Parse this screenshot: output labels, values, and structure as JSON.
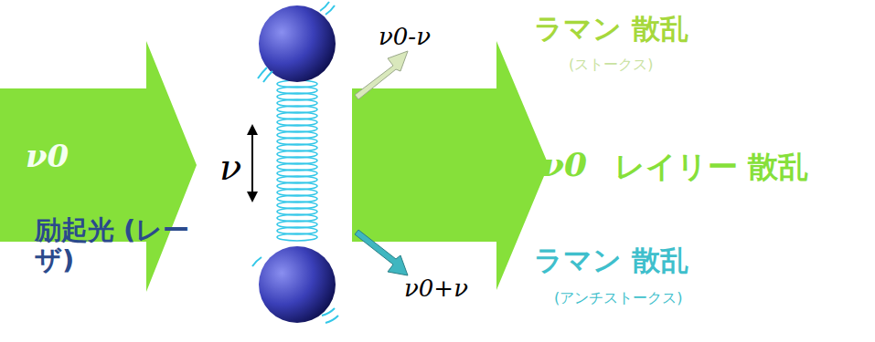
{
  "diagram": {
    "nodes": [
      {
        "text": [
          "ν0"
        ]
      }
    ],
    "labels": [
      "励起光 (レーザ)",
      "ν",
      "ν0-ν",
      "ラマン 散乱",
      "(ストークス)",
      "ν0",
      "レイリー 散乱",
      "ν0+ν",
      "ラマン 散乱",
      "(アンチストークス)"
    ]
  }
}
